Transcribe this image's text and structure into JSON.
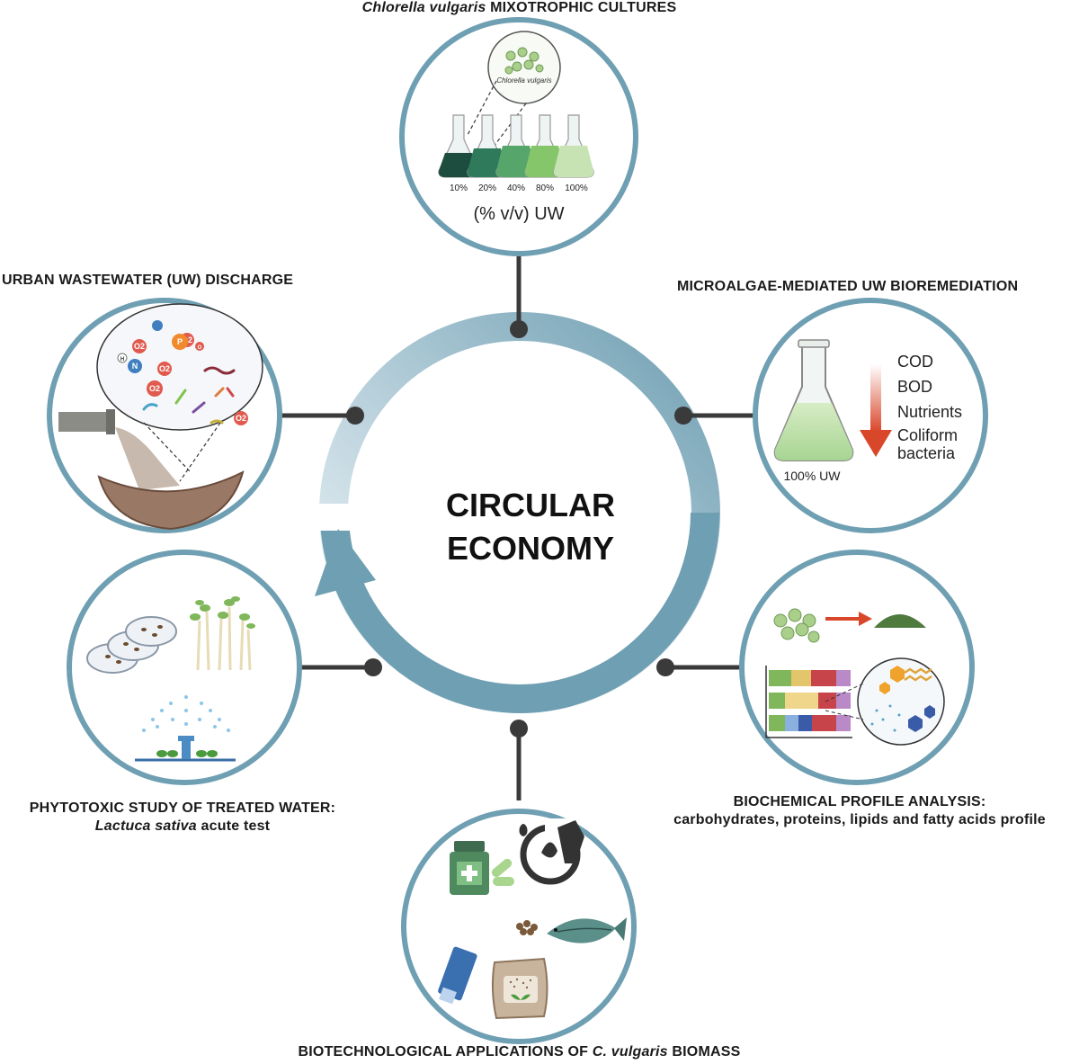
{
  "center": {
    "line1": "CIRCULAR",
    "line2": "ECONOMY"
  },
  "top": {
    "title_italic": "Chlorella vulgaris",
    "title_rest": " MIXOTROPHIC CULTURES",
    "zoom_label": "Chlorella vulgaris",
    "flasks": [
      "10%",
      "20%",
      "40%",
      "80%",
      "100%"
    ],
    "axis_label": "(% v/v) UW"
  },
  "uw_discharge": {
    "title": "URBAN WASTEWATER (UW) DISCHARGE",
    "molecules": [
      "O2",
      "O2",
      "O2",
      "O2",
      "O2"
    ],
    "atom_n": "N",
    "atom_p": "P",
    "atom_h": "H",
    "atom_o": "O"
  },
  "bioremediation": {
    "title": "MICROALGAE-MEDIATED UW BIOREMEDIATION",
    "items": [
      "COD",
      "BOD",
      "Nutrients",
      "Coliform",
      "bacteria"
    ],
    "flask_label": "100% UW"
  },
  "phytotoxic": {
    "title_line1": "PHYTOTOXIC STUDY OF TREATED WATER:",
    "title_italic": "Lactuca sativa",
    "title_rest": " acute test"
  },
  "biochemical": {
    "title_line1": "BIOCHEMICAL PROFILE ANALYSIS:",
    "title_line2": "carbohydrates, proteins, lipids and fatty acids profile"
  },
  "applications": {
    "title_pre": "BIOTECHNOLOGICAL APPLICATIONS OF ",
    "title_italic": "C. vulgaris",
    "title_post": " BIOMASS"
  },
  "colors": {
    "ring": "#6f9fb2",
    "ring_light": "#e3eef3",
    "circle_border": "#6f9fb2",
    "connector": "#3a3a3a",
    "arrow_red": "#d9472b"
  }
}
